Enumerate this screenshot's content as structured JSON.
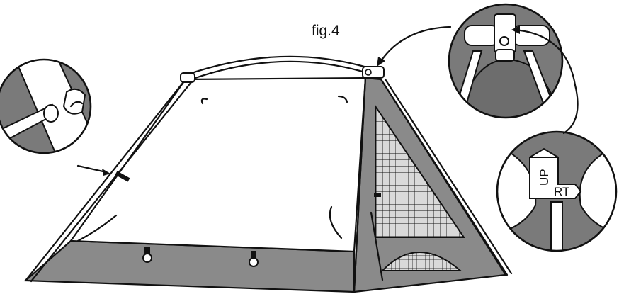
{
  "figure": {
    "label": "fig.4"
  },
  "tag": {
    "up_label": "UP",
    "rt_label": "RT"
  },
  "colors": {
    "fabric_gray": "#8a8a8a",
    "fill_dark": "#6d6d6d",
    "line": "#111111",
    "paper": "#ffffff"
  }
}
